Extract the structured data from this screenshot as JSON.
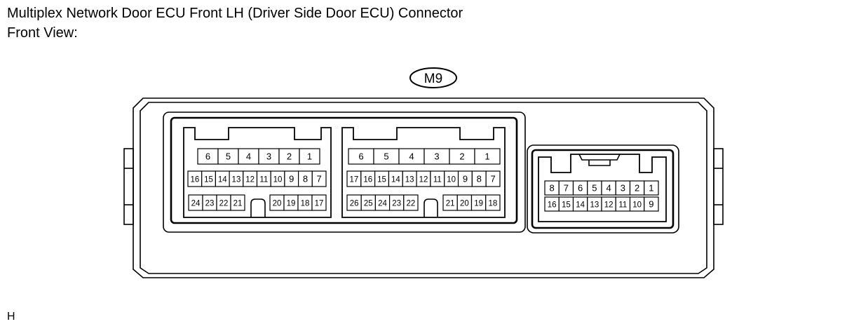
{
  "title": "Multiplex Network Door ECU Front LH (Driver Side Door ECU) Connector",
  "subtitle": "Front View:",
  "connector_id": "M9",
  "footer_code": "H",
  "connectors": {
    "left": {
      "row1": [
        "6",
        "5",
        "4",
        "3",
        "2",
        "1"
      ],
      "row2": [
        "16",
        "15",
        "14",
        "13",
        "12",
        "11",
        "10",
        "9",
        "8",
        "7"
      ],
      "row3a": [
        "24",
        "23",
        "22",
        "21"
      ],
      "row3b": [
        "20",
        "19",
        "18",
        "17"
      ]
    },
    "middle": {
      "row1": [
        "6",
        "5",
        "4",
        "3",
        "2",
        "1"
      ],
      "row2": [
        "17",
        "16",
        "15",
        "14",
        "13",
        "12",
        "11",
        "10",
        "9",
        "8",
        "7"
      ],
      "row3a": [
        "26",
        "25",
        "24",
        "23",
        "22"
      ],
      "row3b": [
        "21",
        "20",
        "19",
        "18"
      ]
    },
    "right": {
      "row1": [
        "8",
        "7",
        "6",
        "5",
        "4",
        "3",
        "2",
        "1"
      ],
      "row2": [
        "16",
        "15",
        "14",
        "13",
        "12",
        "11",
        "10",
        "9"
      ]
    }
  }
}
